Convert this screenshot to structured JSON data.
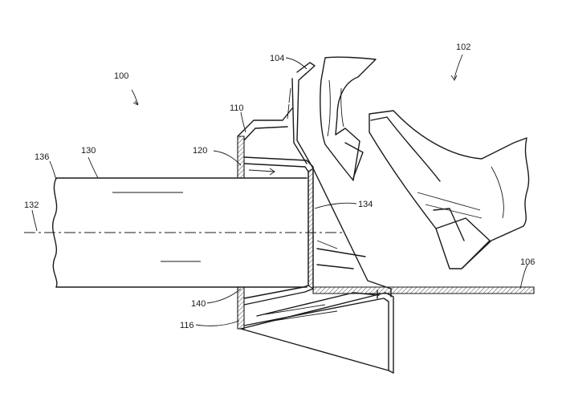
{
  "labels": {
    "l100": "100",
    "l102": "102",
    "l104": "104",
    "l106": "106",
    "l110": "110",
    "l116": "116",
    "l120": "120",
    "l130": "130",
    "l132": "132",
    "l134": "134",
    "l136": "136",
    "l140": "140"
  }
}
